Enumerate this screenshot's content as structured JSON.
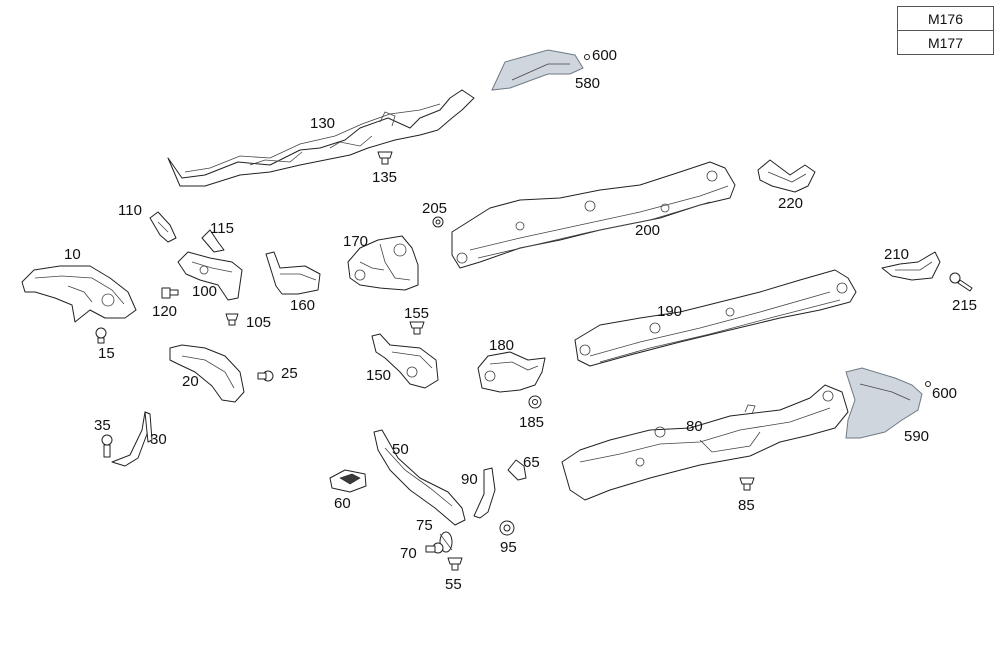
{
  "models": [
    "M176",
    "M177"
  ],
  "callouts": {
    "c600a": "600",
    "c580": "580",
    "c130": "130",
    "c135": "135",
    "c205": "205",
    "c200": "200",
    "c220": "220",
    "c110": "110",
    "c115": "115",
    "c170": "170",
    "c10": "10",
    "c100": "100",
    "c160": "160",
    "c120": "120",
    "c105": "105",
    "c210": "210",
    "c215": "215",
    "c155": "155",
    "c190": "190",
    "c15": "15",
    "c180": "180",
    "c150": "150",
    "c20": "20",
    "c25": "25",
    "c600b": "600",
    "c185": "185",
    "c35": "35",
    "c30": "30",
    "c80": "80",
    "c590": "590",
    "c50": "50",
    "c65": "65",
    "c90": "90",
    "c60": "60",
    "c85": "85",
    "c75": "75",
    "c95": "95",
    "c70": "70",
    "c55": "55"
  },
  "colors": {
    "shaded_part": "#cfd6dd",
    "outline": "#222222"
  }
}
